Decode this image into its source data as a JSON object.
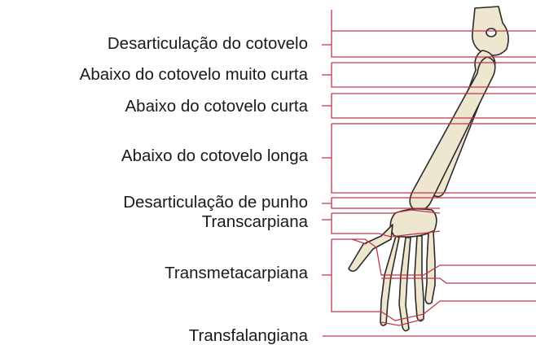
{
  "title": "",
  "colors": {
    "line": "#c0364a",
    "bone": "#efe6cf",
    "bone_outline": "#2b2b2b",
    "text": "#1a1a1a",
    "background": "#ffffff"
  },
  "labels": [
    {
      "id": "desart-cotovelo",
      "text": "Desarticulação do cotovelo"
    },
    {
      "id": "abaixo-muito-curta",
      "text": "Abaixo do cotovelo muito curta"
    },
    {
      "id": "abaixo-curta",
      "text": "Abaixo do cotovelo curta"
    },
    {
      "id": "abaixo-longa",
      "text": "Abaixo do cotovelo longa"
    },
    {
      "id": "desart-punho",
      "text": "Desarticulação de punho"
    },
    {
      "id": "transcarpiana",
      "text": "Transcarpiana"
    },
    {
      "id": "transmetacarpiana",
      "text": "Transmetacarpiana"
    },
    {
      "id": "transfalangiana",
      "text": "Transfalangiana"
    }
  ]
}
